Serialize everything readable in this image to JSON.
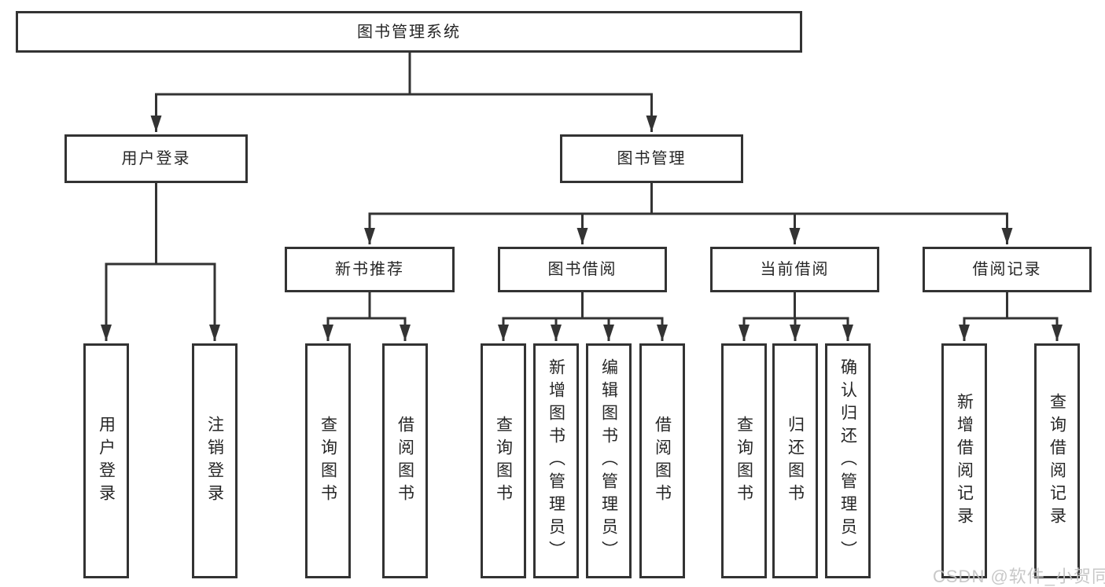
{
  "diagram": {
    "root": {
      "label": "图书管理系统"
    },
    "branches": [
      {
        "label": "用户登录",
        "children": [
          {
            "label": "用户登录"
          },
          {
            "label": "注销登录"
          }
        ]
      },
      {
        "label": "图书管理",
        "children": [
          {
            "label": "新书推荐",
            "children": [
              {
                "label": "查询图书"
              },
              {
                "label": "借阅图书"
              }
            ]
          },
          {
            "label": "图书借阅",
            "children": [
              {
                "label": "查询图书"
              },
              {
                "label": "新增图书（管理员）"
              },
              {
                "label": "编辑图书（管理员）"
              },
              {
                "label": "借阅图书"
              }
            ]
          },
          {
            "label": "当前借阅",
            "children": [
              {
                "label": "查询图书"
              },
              {
                "label": "归还图书"
              },
              {
                "label": "确认归还（管理员）"
              }
            ]
          },
          {
            "label": "借阅记录",
            "children": [
              {
                "label": "新增借阅记录"
              },
              {
                "label": "查询借阅记录"
              }
            ]
          }
        ]
      }
    ]
  },
  "watermark": {
    "text": "CSDN @软件_小贺同学"
  },
  "colors": {
    "line": "#333333",
    "box_border": "#333333",
    "text": "#262626",
    "background": "#ffffff",
    "watermark": "#c3c3c3"
  }
}
